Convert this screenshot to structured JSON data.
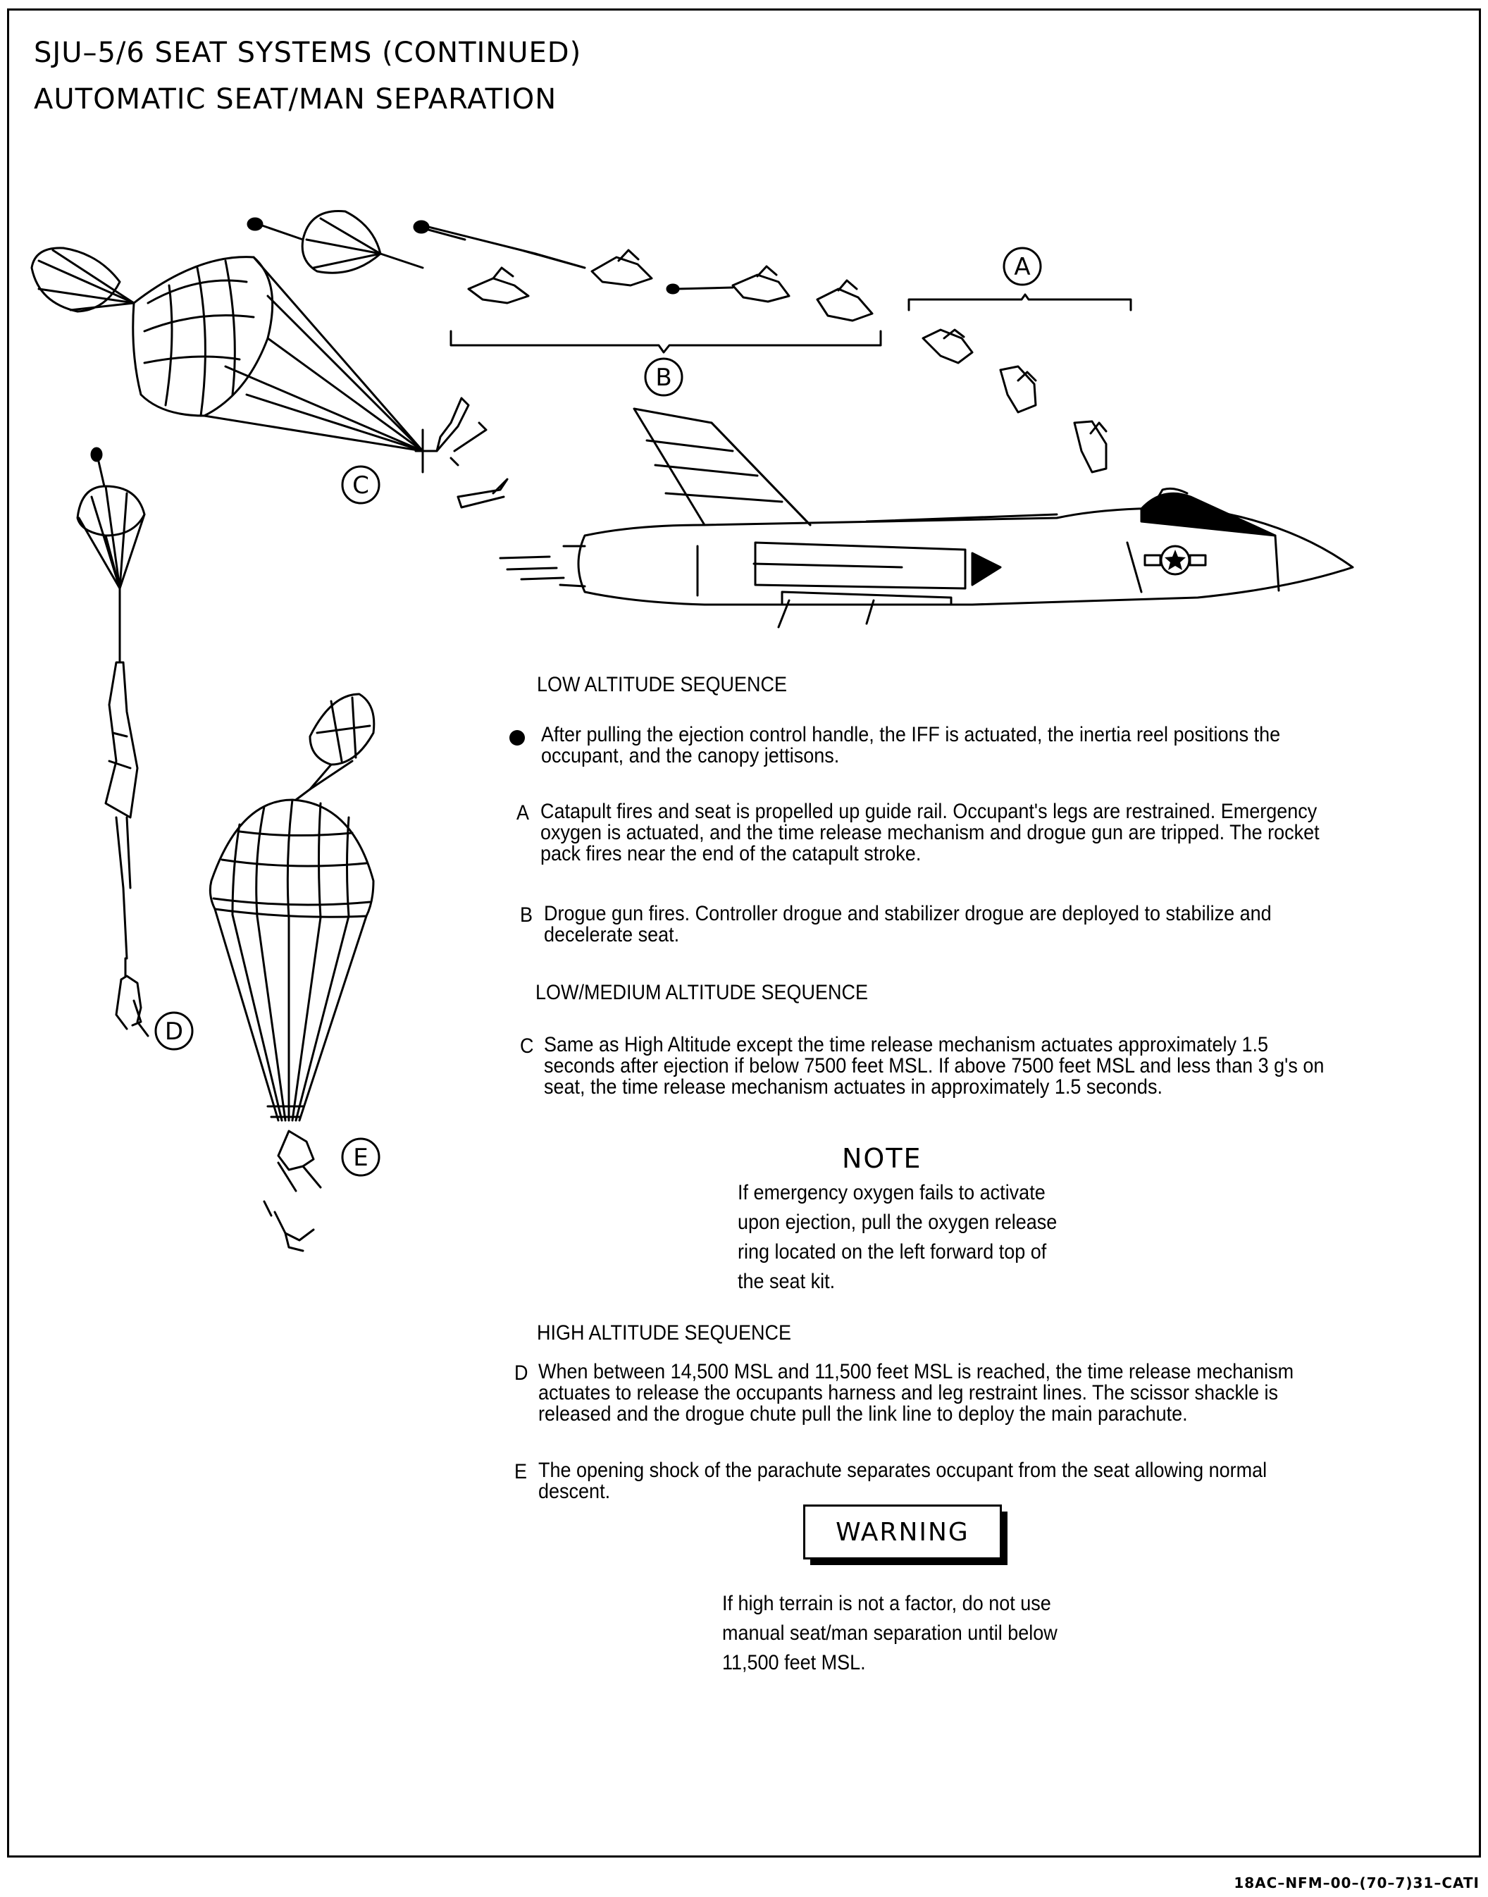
{
  "header": {
    "title_line1": "SJU–5/6 SEAT SYSTEMS (CONTINUED)",
    "title_line2": "AUTOMATIC SEAT/MAN SEPARATION"
  },
  "diagram": {
    "labels": {
      "a": "A",
      "b": "B",
      "c": "C",
      "d": "D",
      "e": "E"
    }
  },
  "sections": {
    "low": {
      "heading": "LOW ALTITUDE SEQUENCE",
      "bullet_text": "After pulling the ejection control handle, the IFF is  actuated, the inertia reel positions the occupant, and the canopy jettisons.",
      "a_letter": "A",
      "a_text": "Catapult fires and seat is propelled up guide rail. Occupant's legs are restrained.  Emergency oxygen is actuated, and the time release mechanism and drogue gun are tripped.  The rocket pack fires near the end of the catapult stroke.",
      "b_letter": "B",
      "b_text": "Drogue gun fires.  Controller drogue and stabilizer drogue  are deployed to stabilize and decelerate seat."
    },
    "low_medium": {
      "heading": "LOW/MEDIUM ALTITUDE SEQUENCE",
      "c_letter": "C",
      "c_text": "Same as High Altitude except the time release mechanism actuates approximately 1.5 seconds after ejection if below 7500 feet MSL.  If above 7500 feet MSL and less than 3 g's on seat, the time release mechanism actuates in approximately 1.5 seconds."
    },
    "note": {
      "heading": "NOTE",
      "text": "If emergency oxygen fails to activate upon ejection, pull the oxygen release ring located on the left forward top of the seat kit."
    },
    "high": {
      "heading": "HIGH ALTITUDE SEQUENCE",
      "d_letter": "D",
      "d_text": "When between 14,500 MSL and 11,500 feet MSL is reached, the time release mechanism actuates to release the occupants harness and leg  restraint lines.  The scissor shackle is released and the drogue chute pull the link line to deploy the main  parachute.",
      "e_letter": "E",
      "e_text": "The opening shock of the parachute separates occupant from the seat allowing normal descent."
    },
    "warning": {
      "heading": "WARNING",
      "text": "If high terrain is not a factor, do not use manual seat/man separation until below 11,500 feet MSL."
    }
  },
  "footer": {
    "code": "18AC–NFM–00–(70–7)31–CATI"
  }
}
